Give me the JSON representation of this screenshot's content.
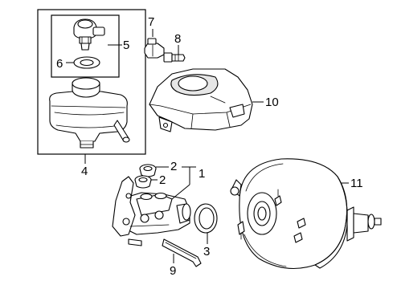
{
  "callouts": {
    "c1": "1",
    "c2a": "2",
    "c2b": "2",
    "c3": "3",
    "c4": "4",
    "c5": "5",
    "c6": "6",
    "c7": "7",
    "c8": "8",
    "c9": "9",
    "c10": "10",
    "c11": "11"
  },
  "colors": {
    "ink": "#000000",
    "background": "#ffffff",
    "shade": "#e6e6e6"
  }
}
